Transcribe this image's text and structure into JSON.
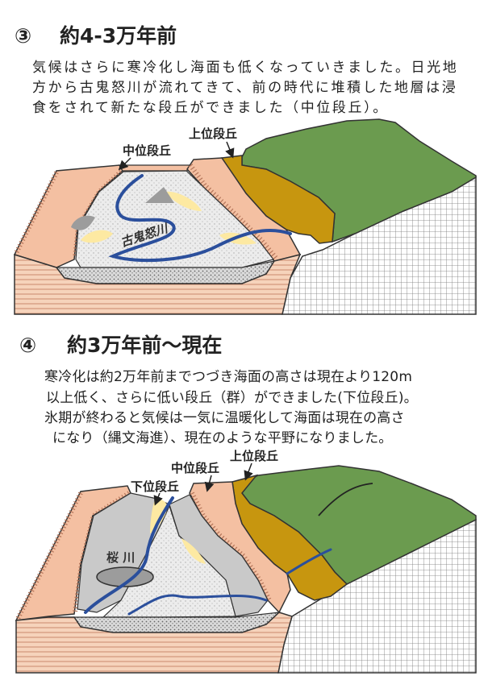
{
  "section3": {
    "number": "③",
    "title": "約4-3万年前",
    "lines": [
      "気候はさらに寒冷化し海面も低くなっていきました。日光地",
      "方から古鬼怒川が流れてきて、前の時代に堆積した地層は浸",
      "食をされて新たな段丘ができました（中位段丘）。"
    ],
    "labels": {
      "middle_terrace": "中位段丘",
      "upper_terrace": "上位段丘",
      "river": "古鬼怒川"
    }
  },
  "section4": {
    "number": "④",
    "title": "約3万年前～現在",
    "lines": [
      "寒冷化は約2万年前までつづき海面の高さは現在より120m",
      "以上低く、さらに低い段丘（群）ができました(下位段丘)。",
      "氷期が終わると気候は一気に温暖化して海面は現在の高さ",
      "になり（縄文海進）、現在のような平野になりました。"
    ],
    "labels": {
      "upper_terrace": "上位段丘",
      "middle_terrace": "中位段丘",
      "lower_terrace": "下位段丘",
      "river": "桜 川"
    }
  },
  "colors": {
    "pink": "#f4c0a2",
    "green": "#6b9b4f",
    "ochre": "#c7960f",
    "silver": "#c9c9c9",
    "dark_gray": "#9c9c9c",
    "yellow": "#fde9a2",
    "river": "#2b4f9c",
    "outline": "#333333"
  }
}
